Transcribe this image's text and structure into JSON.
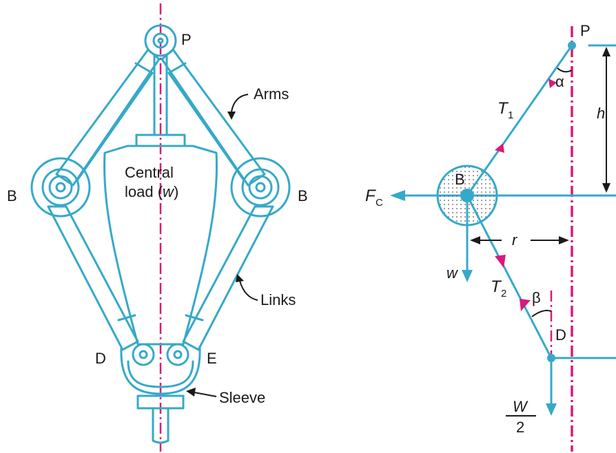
{
  "labels": {
    "p_left": "P",
    "b_left": "B",
    "b_right": "B",
    "d_left": "D",
    "e_left": "E",
    "central": "Central",
    "load": "load (",
    "w_italic": "w",
    "close": ")",
    "arms": "Arms",
    "links": "Links",
    "sleeve": "Sleeve",
    "p_right": "P",
    "alpha": "α",
    "h": "h",
    "t1": "T",
    "t1_sub": "1",
    "b_ball": "B",
    "fc": "F",
    "fc_sub": "C",
    "r": "r",
    "w_small": "w",
    "t2": "T",
    "t2_sub": "2",
    "beta": "β",
    "d_right": "D",
    "W_num": "W",
    "W_den": "2"
  },
  "colors": {
    "structure": "#35a9c9",
    "axis": "#d81b7a",
    "text": "#1a1a1a"
  }
}
